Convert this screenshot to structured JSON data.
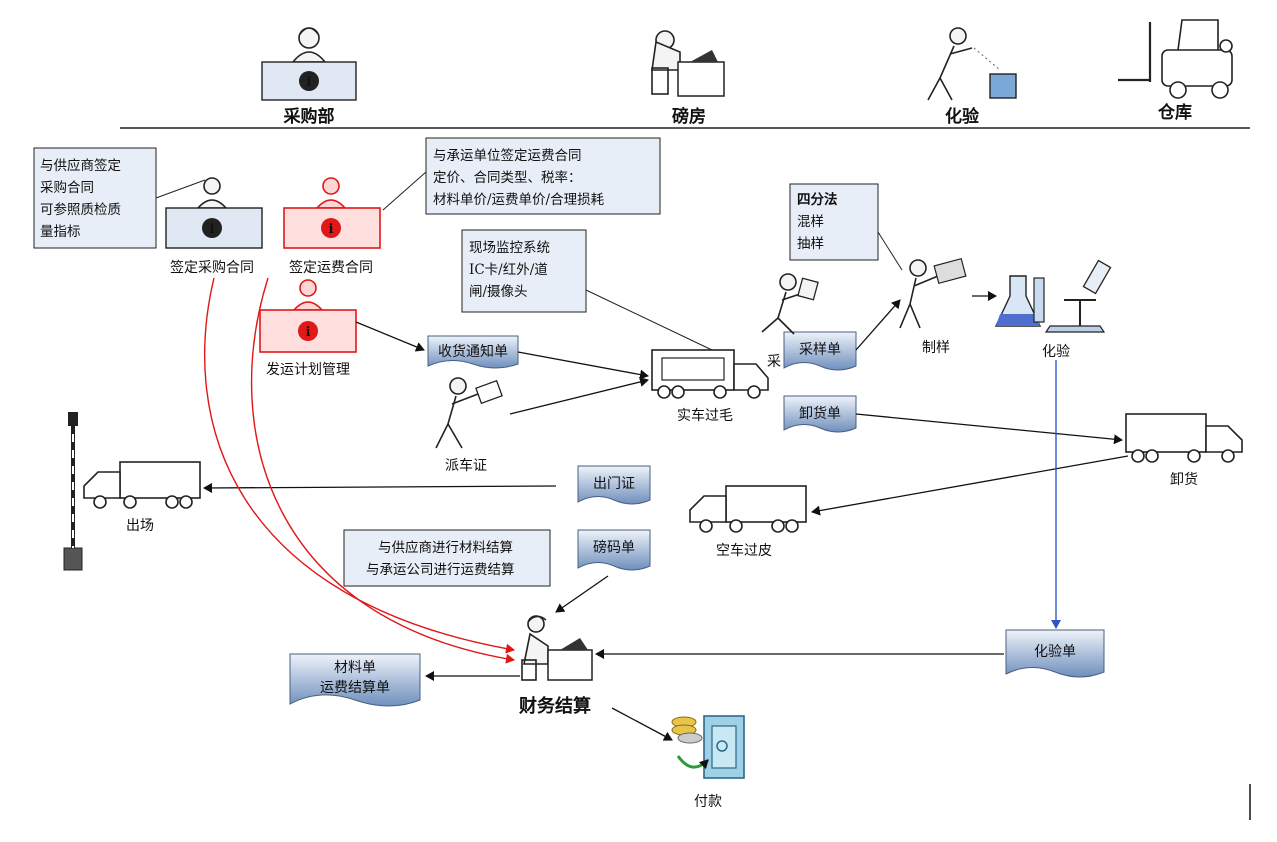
{
  "departments": {
    "purchase": "采购部",
    "weighhouse": "磅房",
    "lab": "化验",
    "warehouse": "仓库"
  },
  "notes": {
    "supplier_contract": [
      "与供应商签定",
      "采购合同",
      "可参照质检质",
      "量指标"
    ],
    "carrier_contract": [
      "与承运单位签定运费合同",
      "定价、合同类型、税率：",
      "材料单价/运费单价/合理损耗"
    ],
    "monitoring": [
      "现场监控系统",
      "IC卡/红外/道",
      "闸/摄像头"
    ],
    "quartering": [
      "四分法",
      "混样",
      "抽样"
    ],
    "settlement": [
      "与供应商进行材料结算",
      "与承运公司进行运费结算"
    ]
  },
  "labels": {
    "sign_purchase": "签定采购合同",
    "sign_freight": "签定运费合同",
    "shipping_plan": "发运计划管理",
    "dispatch": "派车证",
    "loaded_weigh": "实车过毛",
    "sample_prep": "制样",
    "lab_test": "化验",
    "unload": "卸货",
    "exit_yard": "出场",
    "empty_weigh": "空车过皮",
    "finance": "财务结算",
    "payment": "付款",
    "partial": "采"
  },
  "documents": {
    "receipt_notice": "收货通知单",
    "sampling_sheet": "采样单",
    "unload_sheet": "卸货单",
    "gate_pass": "出门证",
    "weigh_slip": "磅码单",
    "lab_sheet": "化验单",
    "material_sheet": [
      "材料单",
      "运费结算单"
    ]
  },
  "colors": {
    "doc_fill_light": "#eaf0f8",
    "doc_fill_dark": "#6f8fbd",
    "highlight_red": "#e01818",
    "lab_line": "#3355cc"
  }
}
